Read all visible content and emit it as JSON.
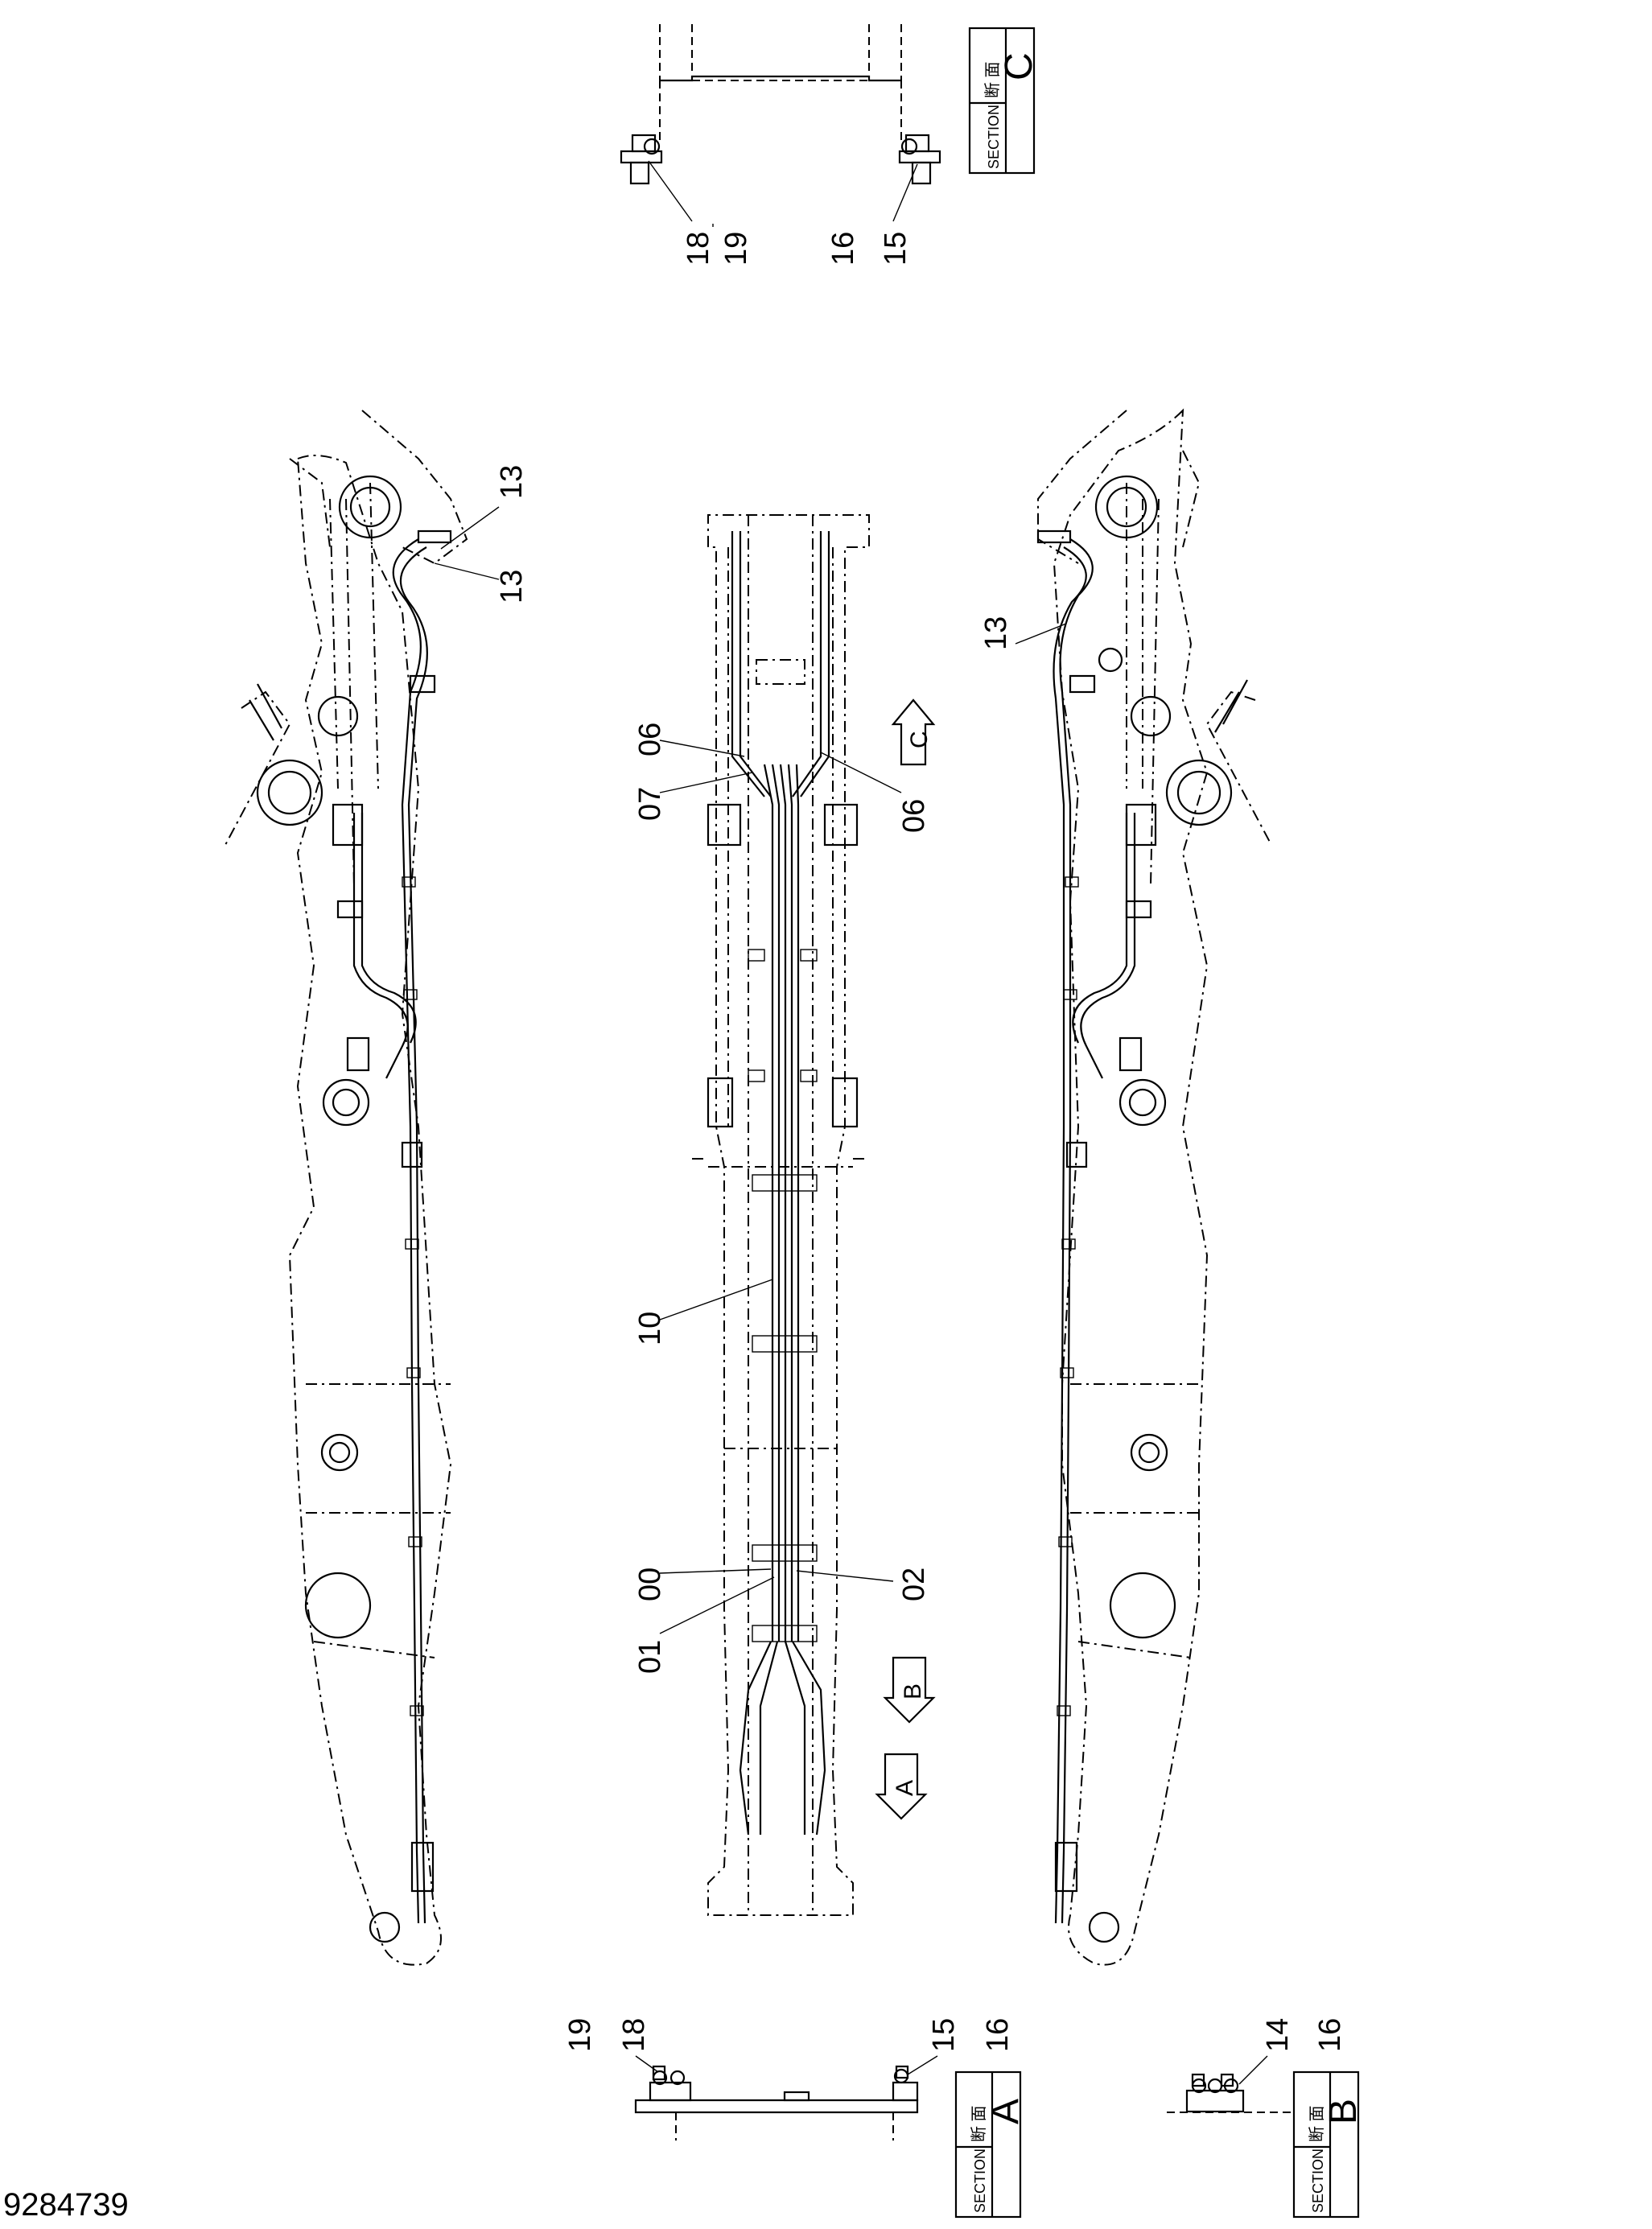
{
  "drawing": {
    "document_number": "9284739",
    "sections": [
      {
        "letter": "C",
        "jp_label": "断 面",
        "en_label": "SECTION"
      },
      {
        "letter": "A",
        "jp_label": "断 面",
        "en_label": "SECTION"
      },
      {
        "letter": "B",
        "jp_label": "断 面",
        "en_label": "SECTION"
      }
    ],
    "view_markers": [
      {
        "letter": "C"
      },
      {
        "letter": "B"
      },
      {
        "letter": "A"
      }
    ],
    "callouts": {
      "section_c_left_top": "18",
      "section_c_left_bottom": "19",
      "section_c_right_top": "16",
      "section_c_right_bottom": "15",
      "left_view_13_upper": "13",
      "left_view_13_lower": "13",
      "right_view_13": "13",
      "center_06_left": "06",
      "center_07": "07",
      "center_06_right": "06",
      "center_10": "10",
      "center_00": "00",
      "center_01": "01",
      "center_02": "02",
      "section_a_left_top": "19",
      "section_a_left_bottom": "18",
      "section_a_right_top": "15",
      "section_a_right_bottom": "16",
      "section_b_top": "14",
      "section_b_bottom": "16"
    }
  }
}
